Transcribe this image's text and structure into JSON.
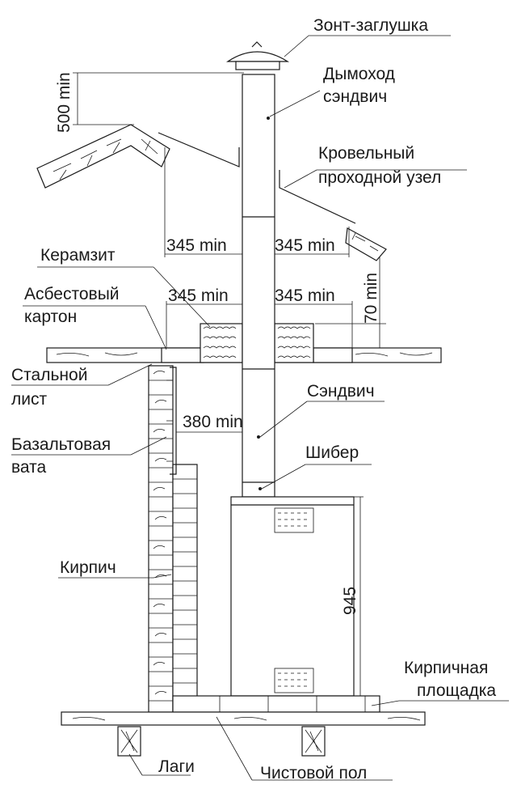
{
  "labels": {
    "zont": "Зонт-заглушка",
    "dymohod_1": "Дымоход",
    "dymohod_2": "сэндвич",
    "krovel_1": "Кровельный",
    "krovel_2": "проходной узел",
    "keramzit": "Керамзит",
    "asbest_1": "Асбестовый",
    "asbest_2": "картон",
    "stal_1": "Стальной",
    "stal_2": "лист",
    "sendvich": "Сэндвич",
    "bazalt_1": "Базальтовая",
    "bazalt_2": "вата",
    "shiber": "Шибер",
    "kirpich": "Кирпич",
    "plosh_1": "Кирпичная",
    "plosh_2": "площадка",
    "lagi": "Лаги",
    "pol": "Чистовой пол"
  },
  "dimensions": {
    "roof_gap": "500 min",
    "roof_left": "345 min",
    "roof_right": "345 min",
    "ceil_left": "345 min",
    "ceil_right": "345 min",
    "ceil_height": "70 min",
    "wall_gap": "380 min",
    "stove_height": "945"
  }
}
